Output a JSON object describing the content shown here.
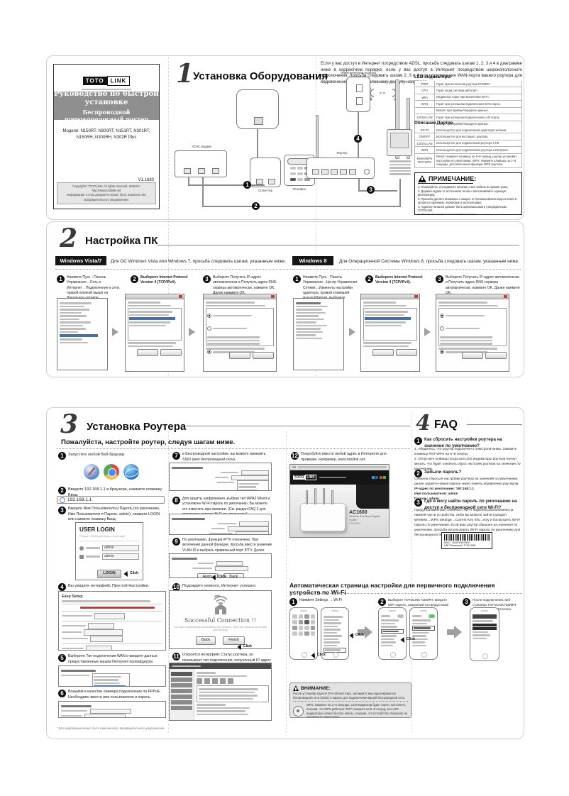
{
  "labels": {
    "click": "Click"
  },
  "colors": {
    "accent_black": "#161616",
    "cover_band": "#8f8f8f",
    "panel_border": "#cfcfcf",
    "red_text": "#c23b35"
  },
  "cover": {
    "logo_black": "TOTO",
    "logo_white": "LINK",
    "title": "Руководство по быстрой установке",
    "subtitle": "Беспроводной широкополосный роутер",
    "models_line1": "Модели: N150RT, N300RT, N151RT, N301RT,",
    "models_line2": "N150RH, N300RH, N302R Plus",
    "version": "V1.1683",
    "copyright1": "Copyright© TOTOLINK All rights reserved. Website: http://www.totolink.net",
    "copyright2": "Информация в этом документе может быть изменена без предварительного уведомления."
  },
  "s1": {
    "num": "1",
    "title": "Установка Оборудования",
    "intro": "Если у вас доступ в Интернет посредством ADSL, просьба следовать шагам 1, 2, 3 и 4 в диаграмме ниже в корректном порядке; если у вас доступ в Интернет посредством широкополосного подключения, просьба следовать шагам 2, 3 и 4 для подключения WAN-порта вашего роутера для подключения к широкополосному доступу напрямую.",
    "steps": [
      "1",
      "2",
      "3",
      "4"
    ],
    "diagram": {
      "outlet": "Электрическая розетка",
      "modem": "ADSL модем",
      "splitter": "Сплиттер",
      "phone": "Телефон",
      "router": "Роутер"
    },
    "led": {
      "title": "LED индикаторы",
      "rows": [
        {
          "l": "PWR",
          "d": "Горит при включении роутера POWER."
        },
        {
          "l": "CPU",
          "d": "Горит когда система работает."
        },
        {
          "l": "WiFi",
          "d": "Индикатор горит при включении Wi-Fi."
        },
        {
          "l": "WAN",
          "d": "Горит при успешном подключении WAN порта."
        },
        {
          "l": "",
          "d": "Мигает при приёме/передаче данных."
        },
        {
          "l": "1/2/3/4 LAN",
          "d": "Горит при успешном подключении LAN порта."
        },
        {
          "l": "",
          "d": "Мигает при приёме/передаче данных."
        }
      ]
    },
    "ports": {
      "title": "Описание Портов",
      "rows": [
        {
          "l": "DC IN",
          "d": "Используется для подключения адаптера питания."
        },
        {
          "l": "ON/OFF",
          "d": "Используется для вкл./выкл. роутера."
        },
        {
          "l": "1/2/3/4 LAN",
          "d": "Используется для подключения роутера к ПК."
        },
        {
          "l": "WAN",
          "d": "Используется для подключения роутера к Интернет."
        },
        {
          "l": "Reset/WPS RST-WPS",
          "d": "Reset: Нажмите клавишу на 5~8 секунд, роутер установит настройки по умолчанию. WPS: Нажмите клавишу на 1~3 секунды, для включения функции WPS роутера."
        }
      ]
    },
    "note": {
      "title": "ПРИМЕЧАНИЕ:",
      "items": [
        "1. Пожалуйста, отсоедините питание и все кабели во время грозы;",
        "2. Держать вдали от источников тепла и обеспечивайте хорошую вентиляцию;",
        "3. Просьба уделять внимание к защите от проникновения воды и влаги в процессе хранения, перевозки и эксплуатации;",
        "4. Адаптер питания должен быть оригинальным и утвержденным TOTOLINK;",
        "5. Размещать роутер на плоской площадке."
      ]
    }
  },
  "s2": {
    "num": "2",
    "title": "Настройка ПК",
    "vista": {
      "badge": "Windows Vista/7",
      "desc": "Для ОС Windows Vista или Windows 7, просьба следовать шагам, указанным ниже.",
      "steps": [
        {
          "n": "1",
          "t": "Нажмите Пуск→Панель Управления→Сеть и Интернет→Подключение к сети, правой кнопкой мыши на Локальное сетевое подключение, выберите Свойства."
        },
        {
          "n": "2",
          "t": "Выберите Internet Protocol Version 4 (TCP/IPv4)."
        },
        {
          "n": "3",
          "t": "Выберите Получить IP-адрес автоматически и Получить адрес DNS-сервера автоматически, нажмите OK. Далее нажмите OK."
        }
      ]
    },
    "win8": {
      "badge": "Windows 8",
      "desc": "Для Операционной Системы Windows 8, просьба следовать шагам, указанным ниже.",
      "steps": [
        {
          "n": "1",
          "t": "Нажмите Пуск→Панель Управления→Центр Управления Сетями→Изменить настройки адаптера, правой клавишей мыши Ethernet, выберите Свойства."
        },
        {
          "n": "2",
          "t": "Выберите Internet Protocol Version 4 (TCP/IPv4)."
        },
        {
          "n": "3",
          "t": "Выберите Получить IP-адрес автоматически и Получить адрес DNS-сервера автоматически, нажмите OK. Далее нажмите OK."
        }
      ]
    }
  },
  "s3": {
    "num": "3",
    "title": "Установка Роутера",
    "subtitle": "Пожалуйста, настройте роутер, следуя шагам ниже.",
    "steps": [
      {
        "n": "1",
        "t": "Запустите любой Веб-браузер."
      },
      {
        "n": "2",
        "t": "Введите 192.168.1.1 в браузере, нажмите клавишу Ввод."
      },
      {
        "n": "3",
        "t": "Введите Имя Пользователя и Пароль (по умолчанию, Имя Пользователя и Пароль: admin), нажмите LOGIN или нажмите клавишу Ввод."
      },
      {
        "n": "4",
        "t": "Вы увидите интерфейс Простой Настройки."
      },
      {
        "n": "5",
        "t": "Выберите Тип подключения WAN и введите данные, предоставленные вашим Интернет-провайдером."
      },
      {
        "n": "6",
        "t": "Возьмём в качестве примера подключение по PPPoE. Необходимо ввести имя пользователя и пароль."
      },
      {
        "n": "7",
        "t": "в Беспроводной настройке, вы можете изменить SSID (имя беспроводной сети)."
      },
      {
        "n": "8",
        "t": "Для защиты шифрования, выбран тип WPA2 Mixed и установлен Wi-Fi пароль по умолчанию. Вы можете его изменить при желании. (См. раздел FAQ 3 для просмотра пароля Wi-Fi по умолчанию)."
      },
      {
        "n": "9",
        "t": "По умолчанию, функция IPTV отключена. При включении данной функции, просьба ввести значение VLAN ID и выбрать правильный порт IPTV. Далее нажмите Apply для сохранения настроек."
      },
      {
        "n": "10",
        "t": "Подождите немного, Интернет успешно подключен! Нажмите finish."
      },
      {
        "n": "11",
        "t": "Откроется интерфейс Статус роутера, он показывает тип подключения, полученный IP-адрес и DNS."
      },
      {
        "n": "12",
        "t": "Попробуйте ввести любой адрес в Интернете для проверки. Например, www.totolink.net."
      }
    ],
    "address": "192.168.1.1",
    "login": {
      "title": "USER LOGIN",
      "tagline": "Please LOGIN and have a nice day!",
      "user_value": "admin",
      "pass_value": "admin",
      "button": "LOGIN"
    },
    "easy_title": "Easy Setup",
    "iptv": {
      "apply": "Apply",
      "back": "Back"
    },
    "success": {
      "title": "Successful Connection !!",
      "tagline": "You have successfully connected to the network. Open the browser and enjoy your surfing!",
      "back": "Back",
      "finish": "Finish"
    },
    "site": {
      "brand_left": "TOTO",
      "brand_right": "LINK",
      "model": "AC1600",
      "model_desc": "Wireless Dual Band Gigabit Router",
      "model_code": "A3002RU"
    },
    "footnote": "* Вся информация может быть изменена без предварительного уведомления."
  },
  "s4": {
    "num": "4",
    "title": "FAQ",
    "q1": {
      "n": "1",
      "q": "Как сбросить настройки роутера на значение по умолчанию?",
      "a": "1. Убедитесь, что роутер подключён к электропитанию. Зажмите клавишу RST-WPS на 5~8 секунд.\n2. Отпустите клавишу когда все LED индикаторы роутера начнут мигать, что будет означать сброс настроек роутера на значения по умолчанию."
    },
    "q2": {
      "n": "2",
      "q": "Забыли пароль?",
      "a": "Сначала сбросьте настройки роутера на значения по умолчанию, далее задайте новый пароль через панель управления роутером.",
      "lines": [
        "IP-адрес по умолчанию: 192.168.1.1",
        "Имя пользователя: admin",
        "Пароль: admin"
      ]
    },
    "q3": {
      "n": "3",
      "q": "Где я могу найти пароль по умолчанию на доступ к беспроводной сети Wi-Fi?",
      "a": "Предустановленная этикетка с Wi-Fi паролем расположена на нижней части устройства. Либо вы можете зайти в раздел Wireless→WPS Settings→Current Key Info→Key и посмотреть Wi-Fi пароль по умолчанию. Если ваш роутер сброшен на значения по умолчанию, просьба использовать Wi-Fi пароль по умолчанию для беспроводного подключения к роутеру."
    },
    "label": {
      "mac": "MAC: 784576967B30",
      "wifi": "WiFi Password: 77411265"
    }
  },
  "wifi_auto": {
    "title": "Автоматическая страница настройки для первичного подключения устройств по Wi-Fi",
    "steps": [
      {
        "n": "1",
        "t": "Нажмите Settings → Wi-Fi"
      },
      {
        "n": "2",
        "t": "Выберите TOTOLINK N300RT, введите WiFi пароль, указанный на продуктовой этикетке."
      },
      {
        "n": "3",
        "t": "После подключения, веб-страница TOTOLINK N300RT откроется автоматически."
      }
    ]
  },
  "attention": {
    "title": "ВНИМАНИЕ:",
    "text": "После установки пароля (Pre-Shared Key), запомните ваш идентификатор беспроводной сети (SSID) и пароль для подключения вашей беспроводной сети.",
    "wps": "WPS: нажмите на 1~3 секунды, LED-индикатор будет гореть постоянно, показав, что WPS работает;",
    "rst": "RST: нажмите на 5~8 секунд, все LED-индикаторы начнут быстро мигать, показав, что устройство сброшено на значения по умолчанию."
  }
}
